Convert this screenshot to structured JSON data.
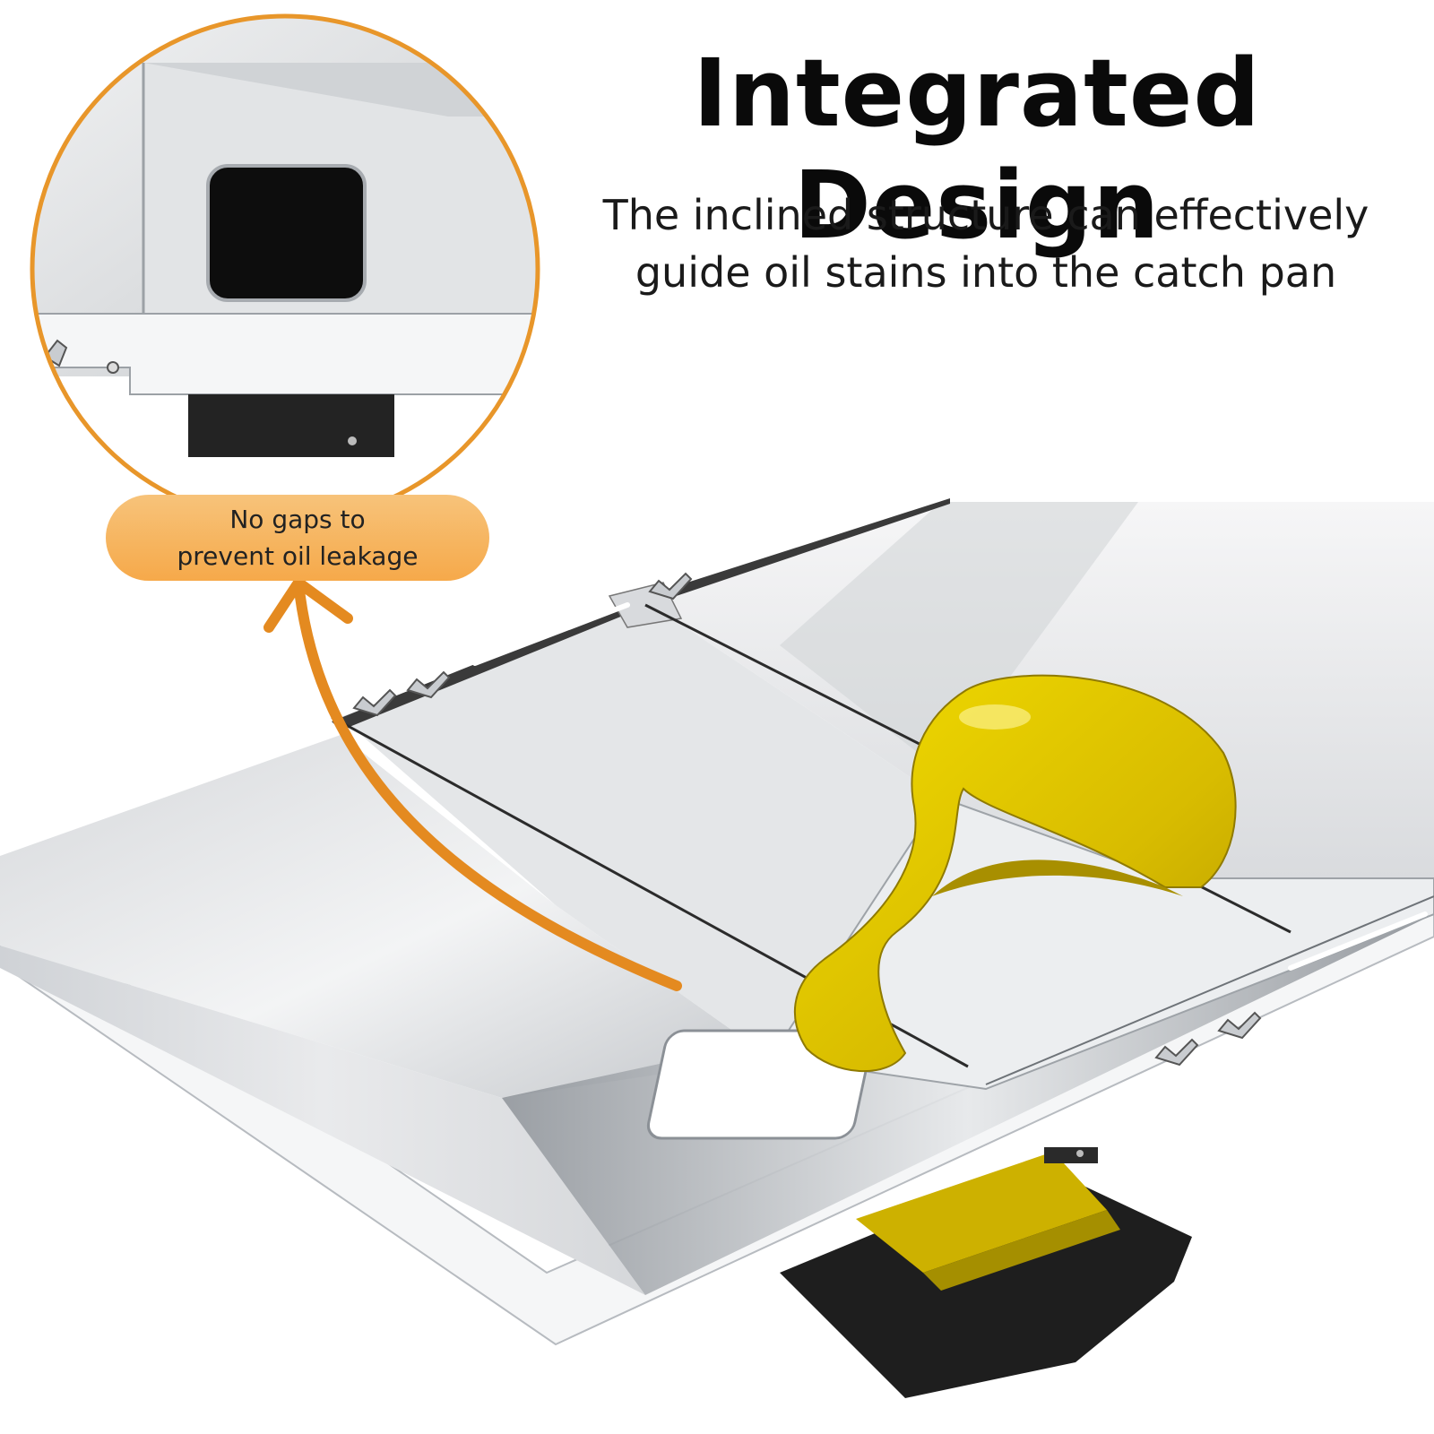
{
  "heading": {
    "title": "Integrated Design",
    "subtitle_line1": "The inclined structure can effectively",
    "subtitle_line2": "guide oil stains into the catch pan"
  },
  "callout": {
    "line1": "No gaps to",
    "line2": "prevent oil leakage"
  },
  "colors": {
    "accent_orange": "#e8962a",
    "callout_fill": "#f6b55f",
    "oil_yellow": "#e3c500",
    "steel_light": "#eceef0",
    "steel_mid": "#c9ccd0",
    "pan_black": "#1e1e1e"
  },
  "icons": [
    "magnifier-circle",
    "curved-arrow",
    "wing-nut"
  ]
}
